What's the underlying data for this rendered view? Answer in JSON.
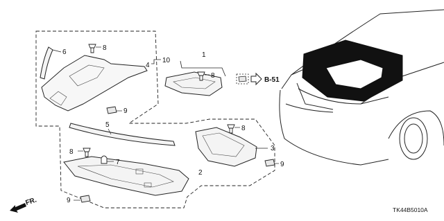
{
  "diagram": {
    "callouts": {
      "c1": "1",
      "c2": "2",
      "c3": "3",
      "c4": "4",
      "c5": "5",
      "c6": "6",
      "c7": "7",
      "c8a": "8",
      "c8b": "8",
      "c8c": "8",
      "c8d": "8",
      "c9a": "9",
      "c9b": "9",
      "c9c": "9",
      "c10": "10"
    },
    "reference": "B-51",
    "front_marker": "FR.",
    "diagram_code": "TK44B5010A"
  }
}
